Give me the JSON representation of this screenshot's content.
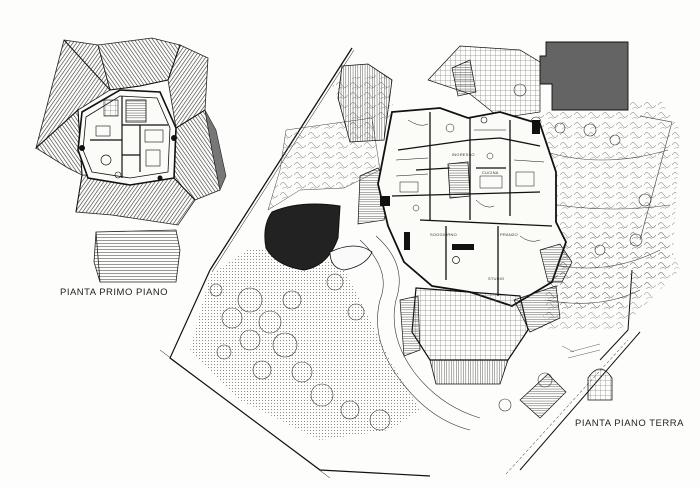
{
  "labels": {
    "first_floor": "PIANTA PRIMO PIANO",
    "ground_floor": "PIANTA PIANO TERRA"
  },
  "rooms": {
    "soggiorno": "SOGGIORNO",
    "cucina": "CUCINA",
    "pranzo": "PRANZO",
    "studio": "STUDIO",
    "ingresso": "INGRESSO"
  },
  "colors": {
    "ink": "#1a1a1a",
    "roof_fill": "#6f6f6f",
    "dark_fill": "#2a2a2a",
    "paper": "#fdfdfb"
  }
}
